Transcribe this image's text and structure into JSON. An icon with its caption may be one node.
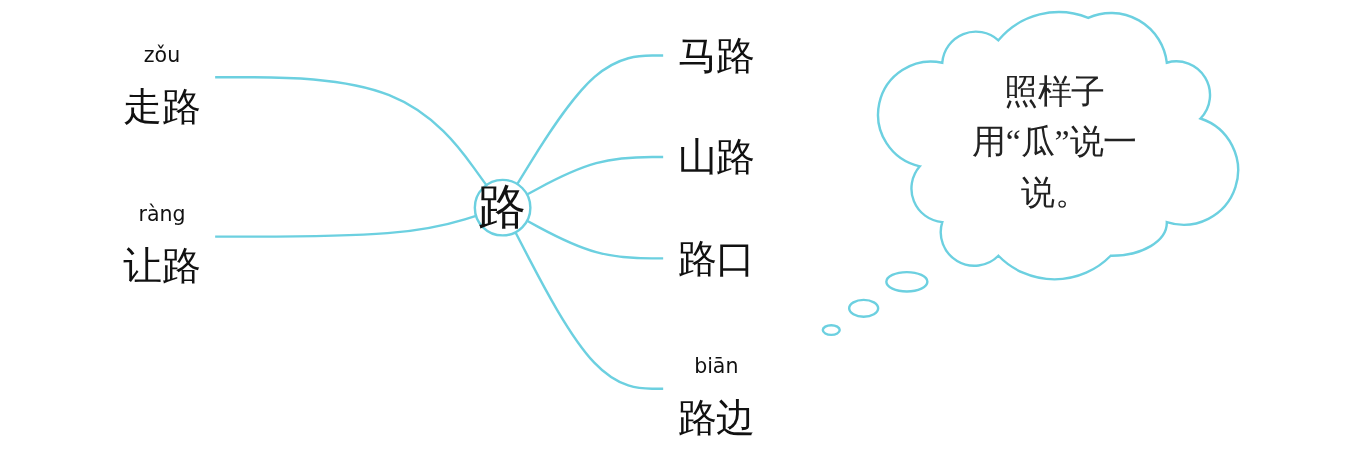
{
  "diagram": {
    "nodes": [
      {
        "text": [
          "走路"
        ],
        "beside": [
          "zǒu"
        ]
      },
      {
        "text": [
          "让路"
        ],
        "beside": [
          "ràng"
        ]
      },
      {
        "text": [
          "路"
        ]
      },
      {
        "text": [
          "马路"
        ]
      },
      {
        "text": [
          "山路"
        ]
      },
      {
        "text": [
          "路口"
        ]
      },
      {
        "text": [
          "路边"
        ],
        "beside": [
          "biān"
        ]
      },
      {
        "text": [
          "照样子用“瓜”说一说。"
        ]
      }
    ],
    "edges": [
      {
        "from": 0,
        "to": 2,
        "arrow": "none"
      },
      {
        "from": 1,
        "to": 2,
        "arrow": "none"
      },
      {
        "from": 2,
        "to": 3,
        "arrow": "none"
      },
      {
        "from": 2,
        "to": 4,
        "arrow": "none"
      },
      {
        "from": 2,
        "to": 5,
        "arrow": "none"
      },
      {
        "from": 2,
        "to": 6,
        "arrow": "none"
      }
    ]
  }
}
